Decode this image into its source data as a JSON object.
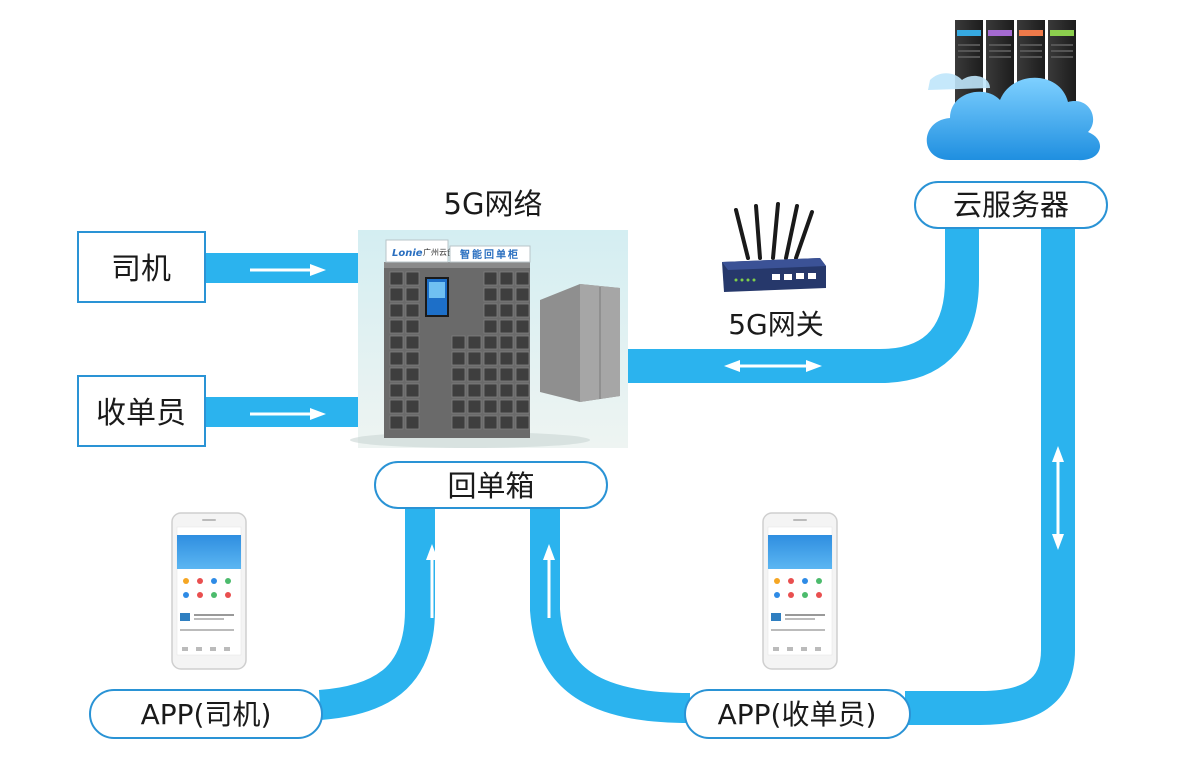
{
  "network_label": "5G网络",
  "gateway_label": "5G网关",
  "cloud_label": "云服务器",
  "driver_label": "司机",
  "collector_label": "收单员",
  "box_label": "回单箱",
  "app_driver_label": "APP(司机)",
  "app_collector_label": "APP(收单员)",
  "cabinet_brand": "广州云创",
  "cabinet_logo": "Lonie",
  "cabinet_sign": "智能回单柜",
  "colors": {
    "flow": "#2bb3ee",
    "box_border": "#2a93d5",
    "cabinet": "#6f6f6f",
    "cloud": "#3aa6f0"
  }
}
